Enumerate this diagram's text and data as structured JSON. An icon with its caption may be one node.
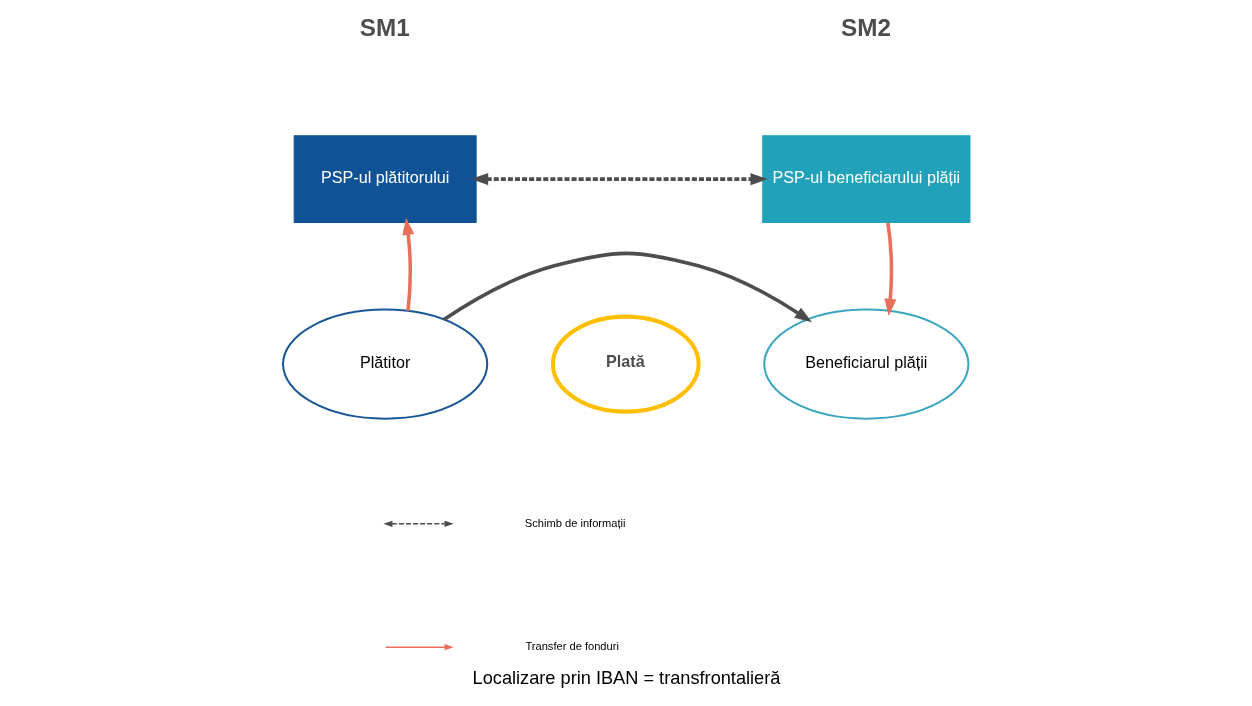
{
  "diagram": {
    "caption": "Localizare prin IBAN = transfrontalieră",
    "nodes": [
      {
        "text": [
          "PSP-ul plătitorului"
        ]
      },
      {
        "text": [
          "PSP-ul beneficiarului plății"
        ]
      },
      {
        "text": [
          "Plătitor"
        ]
      },
      {
        "text": [
          "Plată"
        ]
      },
      {
        "text": [
          "Beneficiarul plății"
        ]
      }
    ],
    "edges": [
      {
        "from": 0,
        "to": 1,
        "arrow": "both",
        "style": "dashed",
        "color": "#4d4d4d"
      },
      {
        "from": 2,
        "to": 0,
        "arrow": "to",
        "color": "#e8705a"
      },
      {
        "from": 1,
        "to": 4,
        "arrow": "to",
        "color": "#e8705a"
      },
      {
        "from": 2,
        "to": 4,
        "arrow": "to",
        "color": "#4d4d4d"
      }
    ],
    "labels": [
      "SM1",
      "SM2"
    ],
    "legend": [
      {
        "text": "Schimb de informații"
      },
      {
        "text": "Transfer de fonduri"
      }
    ]
  }
}
